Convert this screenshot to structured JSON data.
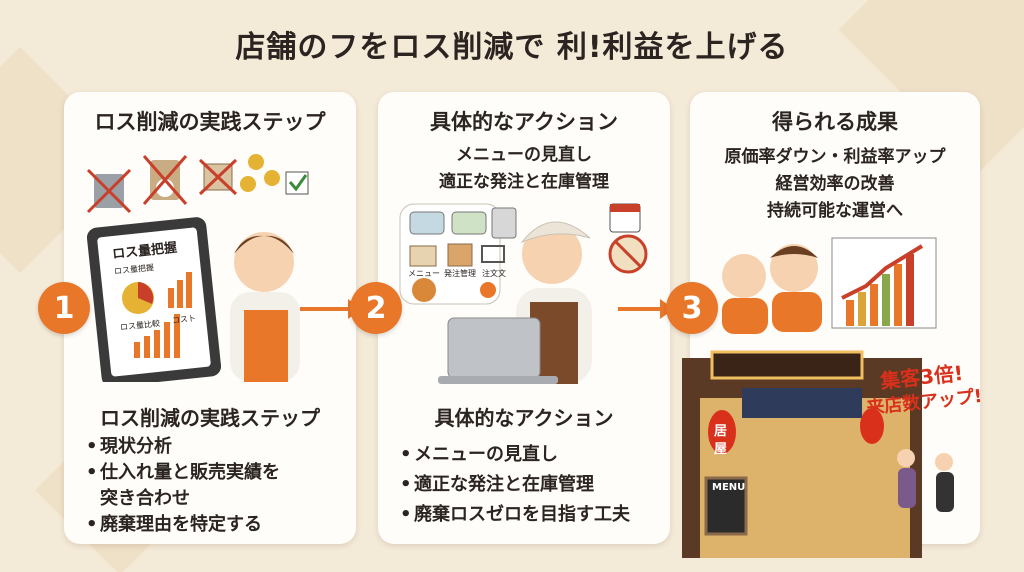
{
  "title": "店舗のフをロス削減で 利!利益を上げる",
  "step1": {
    "number": "1",
    "heading": "ロス削減の実践ステップ",
    "tablet_title": "ロス量把握",
    "tablet_label1": "ロス量把握",
    "tablet_label2": "ロス量比較",
    "tablet_label3": "コスト",
    "sub_heading": "ロス削減の実践ステップ",
    "bullets": [
      "現状分析",
      "仕入れ量と販売実績を",
      "廃棄理由を特定する"
    ],
    "bullet2_cont": "突き合わせ"
  },
  "step2": {
    "number": "2",
    "heading": "具体的なアクション",
    "lines": [
      "メニューの見直し",
      "適正な発注と在庫管理"
    ],
    "icon_labels": [
      "メニュー",
      "発注管理",
      "注文文"
    ],
    "sub_heading": "具体的なアクション",
    "bullets": [
      "メニューの見直し",
      "適正な発注と在庫管理",
      "廃棄ロスゼロを目指す工夫"
    ]
  },
  "step3": {
    "number": "3",
    "heading": "得られる成果",
    "lines": [
      "原価率ダウン・利益率アップ",
      "経営効率の改善",
      "持続可能な運営へ"
    ],
    "burst_line1": "集客3倍!",
    "burst_line2": "来店数アップ!",
    "sign_menu": "MENU",
    "lantern1": "居",
    "lantern2": "屋"
  },
  "colors": {
    "accent": "#e8772a",
    "background": "#f4ead8",
    "card": "#fffdf9",
    "burst": "#d9301c"
  }
}
